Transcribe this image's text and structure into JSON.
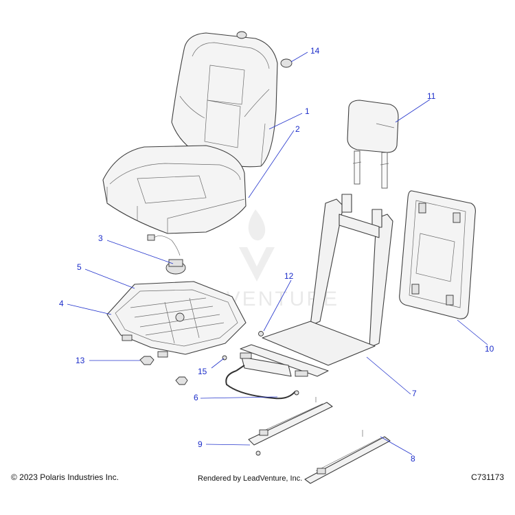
{
  "watermark": {
    "brand": "ADVENTURE"
  },
  "callouts": [
    {
      "id": "1",
      "label": "1"
    },
    {
      "id": "2",
      "label": "2"
    },
    {
      "id": "3",
      "label": "3"
    },
    {
      "id": "4",
      "label": "4"
    },
    {
      "id": "5",
      "label": "5"
    },
    {
      "id": "6",
      "label": "6"
    },
    {
      "id": "7",
      "label": "7"
    },
    {
      "id": "8",
      "label": "8"
    },
    {
      "id": "9",
      "label": "9"
    },
    {
      "id": "10",
      "label": "10"
    },
    {
      "id": "11",
      "label": "11"
    },
    {
      "id": "12",
      "label": "12"
    },
    {
      "id": "13",
      "label": "13"
    },
    {
      "id": "14",
      "label": "14"
    },
    {
      "id": "15",
      "label": "15"
    }
  ],
  "footer": {
    "copyright": "© 2023 Polaris Industries Inc.",
    "rendered_by": "Rendered by LeadVenture, Inc.",
    "part_code": "C731173"
  },
  "colors": {
    "callout": "#1a2bc9",
    "line_art": "#3c3c3c"
  }
}
